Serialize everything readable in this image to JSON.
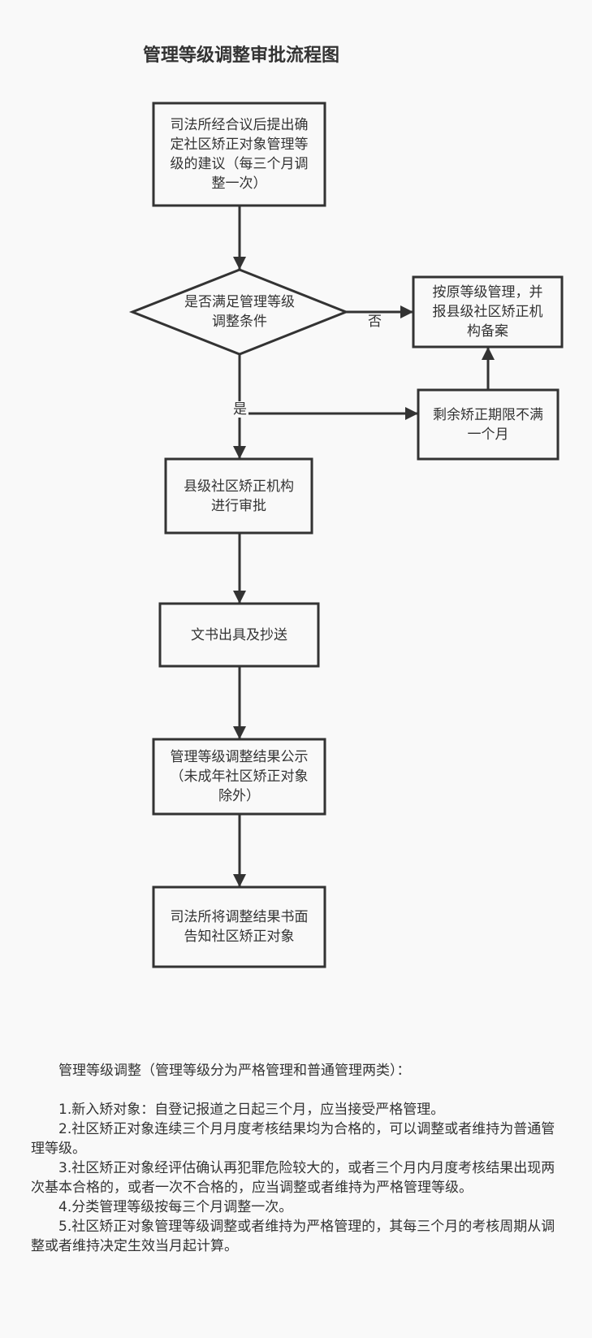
{
  "title": "管理等级调整审批流程图",
  "flowchart": {
    "nodes": {
      "start": "司法所经合议后提出确定社区矫正对象管理等级的建议（每三个月调整一次）",
      "condition": "是否满足管理等级调整条件",
      "keep_original": "按原等级管理，并报县级社区矫正机构备案",
      "remaining_term": "剩余矫正期限不满一个月",
      "county_approval": "县级社区矫正机构进行审批",
      "documents": "文书出具及抄送",
      "publicity": "管理等级调整结果公示（未成年社区矫正对象除外）",
      "notify": "司法所将调整结果书面告知社区矫正对象"
    },
    "edge_labels": {
      "no": "否",
      "yes": "是"
    }
  },
  "notes": {
    "heading": "管理等级调整（管理等级分为严格管理和普通管理两类）：",
    "items": [
      "1.新入矫对象：自登记报道之日起三个月，应当接受严格管理。",
      "2.社区矫正对象连续三个月月度考核结果均为合格的，可以调整或者维持为普通管理等级。",
      "3.社区矫正对象经评估确认再犯罪危险较大的，或者三个月内月度考核结果出现两次基本合格的，或者一次不合格的，应当调整或者维持为严格管理等级。",
      "4.分类管理等级按每三个月调整一次。",
      "5.社区矫正对象管理等级调整或者维持为严格管理的，其每三个月的考核周期从调整或者维持决定生效当月起计算。"
    ]
  },
  "colors": {
    "stroke": "#333333",
    "background": "#f9f9f9",
    "text": "#333333"
  }
}
